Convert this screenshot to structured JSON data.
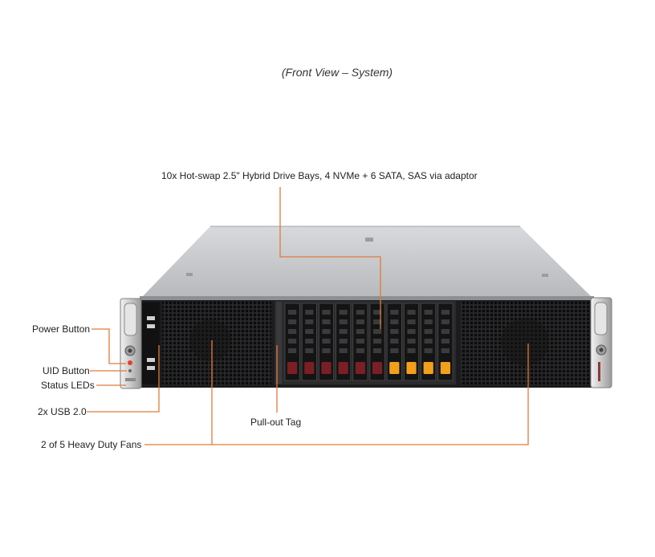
{
  "caption": "(Front View – System)",
  "callouts": {
    "drive_bays": "10x Hot-swap 2.5\" Hybrid Drive Bays, 4 NVMe + 6 SATA, SAS via adaptor",
    "power_button": "Power Button",
    "uid_button": "UID Button",
    "status_leds": "Status LEDs",
    "usb": "2x USB 2.0",
    "pull_out_tag": "Pull-out Tag",
    "fans": "2 of 5 Heavy Duty Fans"
  },
  "colors": {
    "leader_line": "#e07b39",
    "chassis_top": "#c9cbce",
    "front_panel": "#1c1c1e",
    "drive_sata_latch": "#7a1f24",
    "drive_nvme_latch": "#f2a01c"
  },
  "drive_bays": {
    "sata_count": 6,
    "nvme_count": 4
  }
}
